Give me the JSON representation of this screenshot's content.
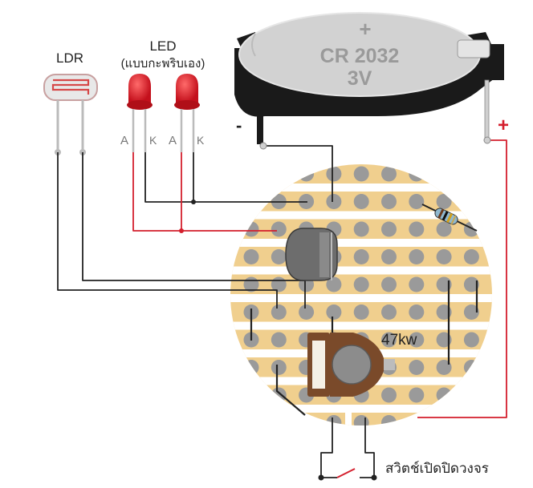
{
  "battery": {
    "plus_sign": "+",
    "model": "CR 2032",
    "voltage": "3V",
    "minus_terminal": "-",
    "plus_terminal": "+"
  },
  "ldr": {
    "label": "LDR"
  },
  "led": {
    "label": "LED",
    "sublabel": "(แบบกะพริบเอง)",
    "pin_anode": "A",
    "pin_cathode": "K"
  },
  "potentiometer": {
    "label": "47kw"
  },
  "switch": {
    "label": "สวิตช์เปิดปิดวงจร"
  },
  "colors": {
    "board": "#f0cf8e",
    "strip": "#ffffff",
    "pad": "#9a9a9a",
    "wire_black": "#222222",
    "wire_red": "#d41f2d",
    "battery_body": "#1a1a1a",
    "battery_cell": "#d2d2d2",
    "pot_body": "#7a4a2a"
  }
}
